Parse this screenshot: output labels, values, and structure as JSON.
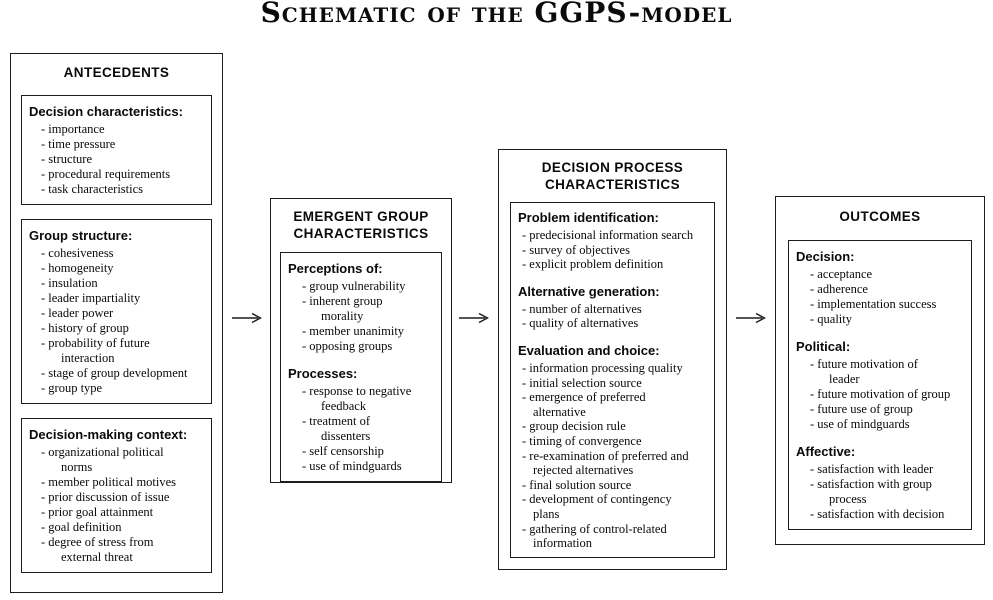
{
  "title": "Schematic of the GGPS-model",
  "colors": {
    "background": "#ffffff",
    "border": "#1c1c1c",
    "text": "#0a0a0a"
  },
  "boxes": [
    {
      "name": "antecedents",
      "header": [
        "ANTECEDENTS"
      ],
      "panels": [
        {
          "sections": [
            {
              "heading": "Decision characteristics:",
              "items": [
                "importance",
                "time pressure",
                "structure",
                "procedural requirements",
                "task characteristics"
              ]
            }
          ]
        },
        {
          "sections": [
            {
              "heading": "Group structure:",
              "items": [
                "cohesiveness",
                "homogeneity",
                "insulation",
                "leader impartiality",
                "leader power",
                "history of group",
                "probability of future\ninteraction",
                "stage of group development",
                "group type"
              ]
            }
          ]
        },
        {
          "sections": [
            {
              "heading": "Decision-making context:",
              "items": [
                "organizational political\nnorms",
                "member political motives",
                "prior discussion of issue",
                "prior goal attainment",
                "goal definition",
                "degree of stress from\nexternal threat"
              ]
            }
          ]
        }
      ]
    },
    {
      "name": "emergent-group-characteristics",
      "header": [
        "EMERGENT GROUP",
        "CHARACTERISTICS"
      ],
      "panels": [
        {
          "sections": [
            {
              "heading": "Perceptions of:",
              "items": [
                "group vulnerability",
                "inherent group\nmorality",
                "member unanimity",
                "opposing groups"
              ]
            },
            {
              "heading": "Processes:",
              "items": [
                "response to negative\nfeedback",
                "treatment of\ndissenters",
                "self censorship",
                "use of mindguards"
              ]
            }
          ]
        }
      ]
    },
    {
      "name": "decision-process-characteristics",
      "header": [
        "DECISION PROCESS",
        "CHARACTERISTICS"
      ],
      "panels": [
        {
          "sections": [
            {
              "heading": "Problem identification:",
              "items": [
                "predecisional information search",
                "survey of objectives",
                "explicit problem definition"
              ]
            },
            {
              "heading": "Alternative generation:",
              "items": [
                "number of alternatives",
                "quality of alternatives"
              ]
            },
            {
              "heading": "Evaluation and choice:",
              "items": [
                "information processing quality",
                "initial selection source",
                "emergence of preferred\nalternative",
                "group decision rule",
                "timing of convergence",
                "re-examination of preferred and\nrejected alternatives",
                "final solution source",
                "development of contingency\nplans",
                "gathering of control-related\ninformation"
              ]
            }
          ]
        }
      ]
    },
    {
      "name": "outcomes",
      "header": [
        "OUTCOMES"
      ],
      "panels": [
        {
          "sections": [
            {
              "heading": "Decision:",
              "items": [
                "acceptance",
                "adherence",
                "implementation success",
                "quality"
              ]
            },
            {
              "heading": "Political:",
              "items": [
                "future motivation of\nleader",
                "future motivation of group",
                "future use of group",
                "use of mindguards"
              ]
            },
            {
              "heading": "Affective:",
              "items": [
                "satisfaction with leader",
                "satisfaction with group\nprocess",
                "satisfaction with decision"
              ]
            }
          ]
        }
      ]
    }
  ],
  "arrows": [
    {
      "from": "antecedents",
      "to": "emergent-group-characteristics"
    },
    {
      "from": "emergent-group-characteristics",
      "to": "decision-process-characteristics"
    },
    {
      "from": "decision-process-characteristics",
      "to": "outcomes"
    }
  ],
  "item_marker": "- "
}
